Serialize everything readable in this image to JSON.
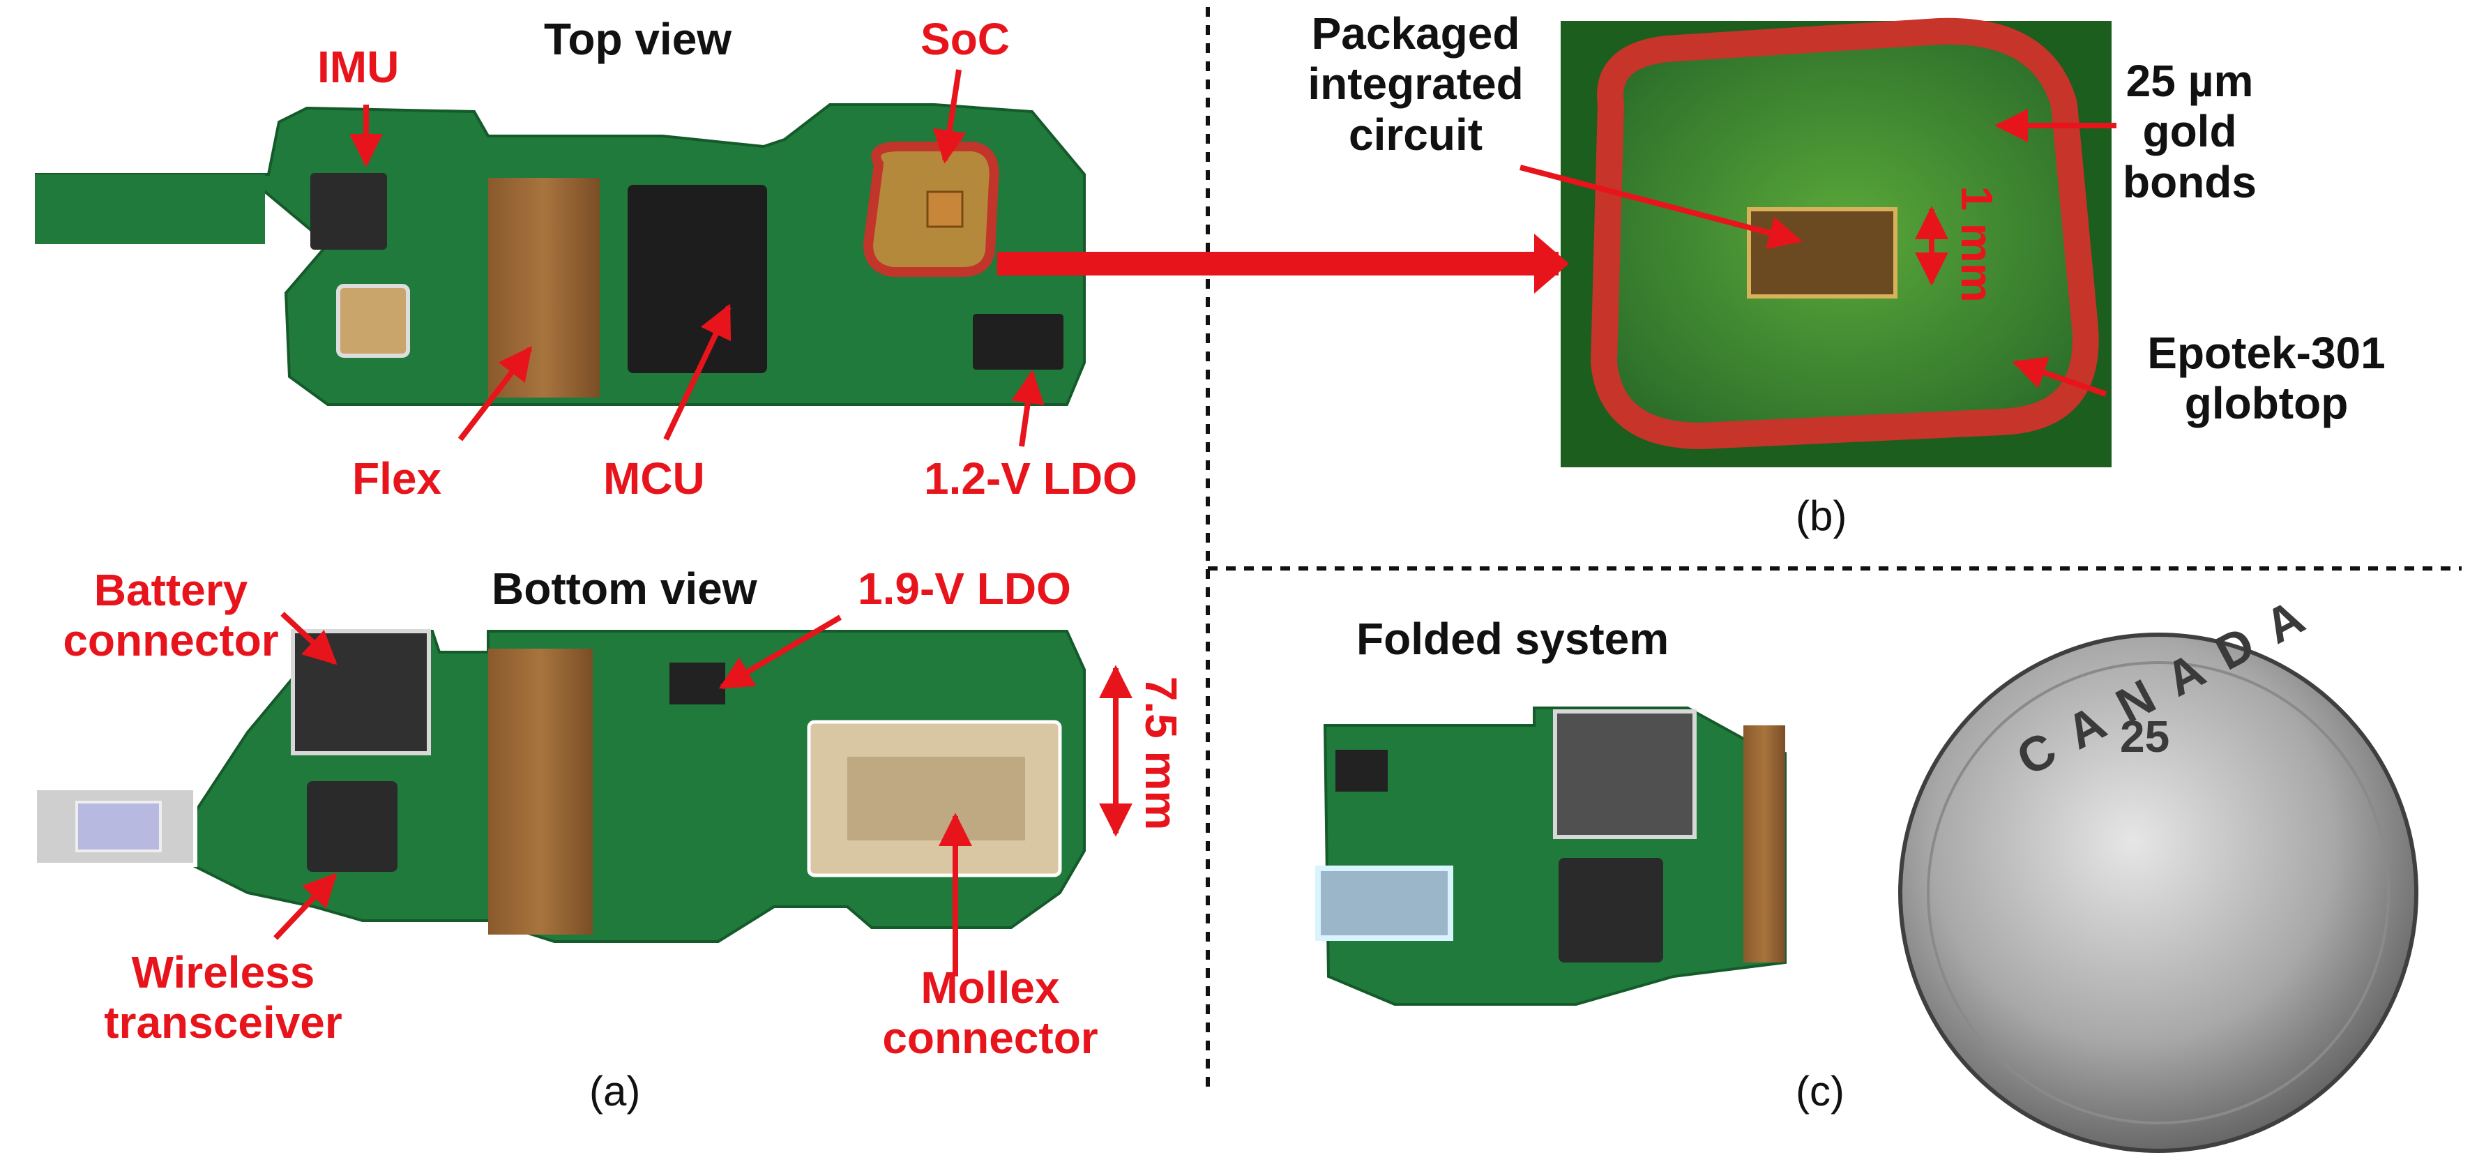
{
  "panel_a": {
    "heading_top": "Top view",
    "heading_bottom": "Bottom view",
    "labels": {
      "imu": "IMU",
      "soc": "SoC",
      "flex": "Flex",
      "mcu": "MCU",
      "ldo_1_2": "1.2-V LDO",
      "battery_connector_line1": "Battery",
      "battery_connector_line2": "connector",
      "ldo_1_9": "1.9-V LDO",
      "dimension": "7.5 mm",
      "wireless_line1": "Wireless",
      "wireless_line2": "transceiver",
      "mollex_line1": "Mollex",
      "mollex_line2": "connector"
    },
    "caption": "(a)"
  },
  "panel_b": {
    "labels": {
      "packaged_line1": "Packaged",
      "packaged_line2": "integrated",
      "packaged_line3": "circuit",
      "gold_line1": "25 µm",
      "gold_line2": "gold",
      "gold_line3": "bonds",
      "epotek_line1": "Epotek-301",
      "epotek_line2": "globtop",
      "scale": "1 mm"
    },
    "caption": "(b)"
  },
  "panel_c": {
    "heading": "Folded system",
    "coin_text": "CANADA",
    "coin_value": "25",
    "caption": "(c)"
  },
  "colors": {
    "annotation_red": "#e8141c",
    "pcb_green": "#1f7a3c",
    "text_black": "#111111"
  }
}
